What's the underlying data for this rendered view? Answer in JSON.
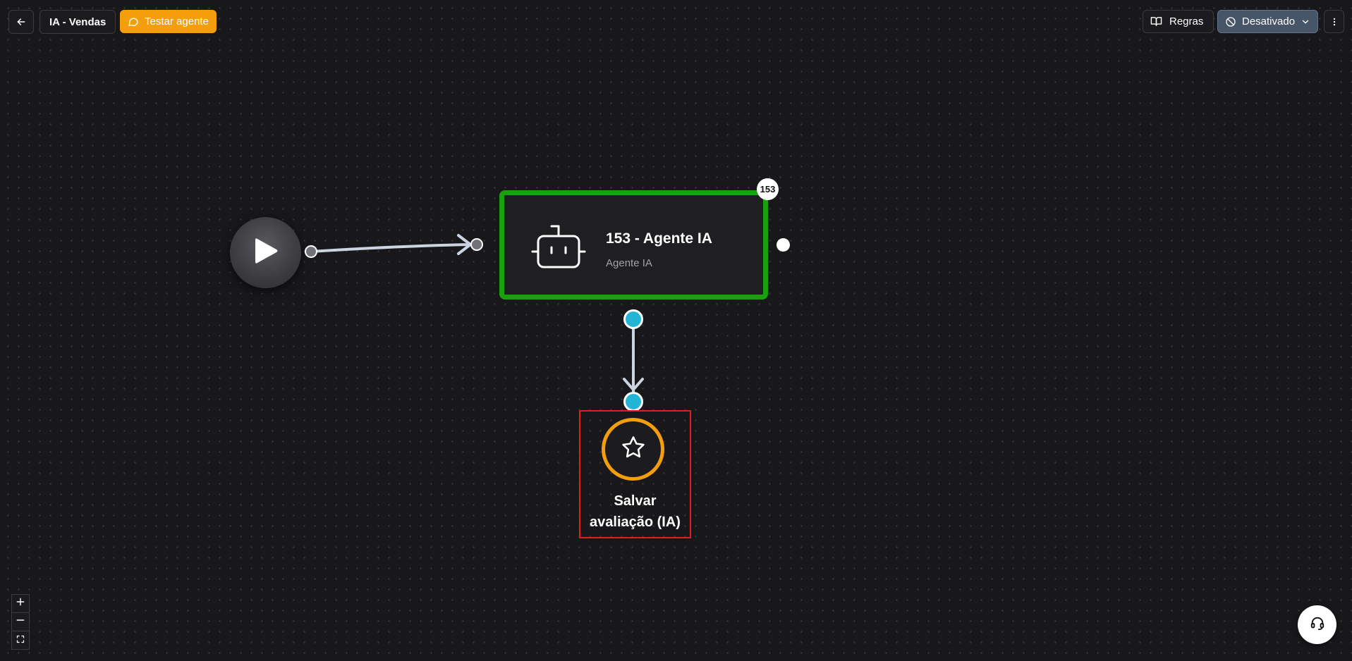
{
  "toolbar": {
    "back_icon": "arrow-left-icon",
    "flow_title": "IA - Vendas",
    "test_label": "Testar agente",
    "test_icon": "chat-bubble-icon",
    "rules_label": "Regras",
    "rules_icon": "book-open-icon",
    "status_label": "Desativado",
    "status_icon": "ban-icon",
    "more_icon": "more-vertical-icon"
  },
  "nodes": {
    "start": {
      "icon": "play-icon"
    },
    "agent": {
      "badge": "153",
      "title": "153 - Agente IA",
      "subtitle": "Agente IA",
      "icon": "bot-icon"
    },
    "evaluation": {
      "icon": "star-icon",
      "label": "Salvar avaliação (IA)"
    }
  },
  "controls": {
    "zoom_in_icon": "plus-icon",
    "zoom_out_icon": "minus-icon",
    "fit_view_icon": "fit-view-icon",
    "support_icon": "headset-icon"
  },
  "colors": {
    "background": "#18181b",
    "accent_orange": "#f59e0b",
    "agent_border": "#1aa10e",
    "handle_cyan": "#22b5d6",
    "selection_red": "#e11d1d",
    "status_button": "#475569"
  }
}
